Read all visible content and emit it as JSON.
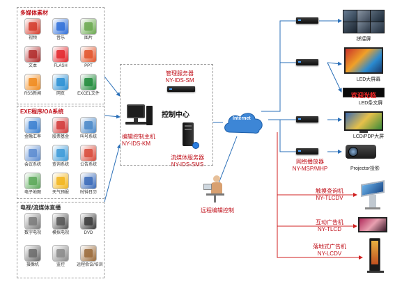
{
  "multimedia": {
    "title": "多媒体素材",
    "items": [
      {
        "label": "视频",
        "icon": "video-icon",
        "color": "#d43a2a"
      },
      {
        "label": "音乐",
        "icon": "music-icon",
        "color": "#2f6ed8"
      },
      {
        "label": "图片",
        "icon": "picture-icon",
        "color": "#6aa84f"
      },
      {
        "label": "文本",
        "icon": "text-icon",
        "color": "#b02a2a"
      },
      {
        "label": "FLASH",
        "icon": "flash-icon",
        "color": "#e3262b"
      },
      {
        "label": "PPT",
        "icon": "ppt-icon",
        "color": "#e2542a"
      },
      {
        "label": "RSS新闻",
        "icon": "rss-icon",
        "color": "#f08a1c"
      },
      {
        "label": "网页",
        "icon": "webpage-icon",
        "color": "#2a8fd4"
      },
      {
        "label": "EXCEL文件",
        "icon": "excel-icon",
        "color": "#1f8a3a"
      }
    ]
  },
  "exe_oa": {
    "title": "EXE程序/OA系统",
    "items": [
      {
        "label": "金融汇率",
        "icon": "exchange-rate-icon",
        "color": "#3a7fd0"
      },
      {
        "label": "股票基金",
        "icon": "stock-fund-icon",
        "color": "#d23a3a"
      },
      {
        "label": "叫号系统",
        "icon": "queue-call-icon",
        "color": "#4a88c8"
      },
      {
        "label": "会议系统",
        "icon": "meeting-icon",
        "color": "#5a8bd0"
      },
      {
        "label": "查询系统",
        "icon": "query-icon",
        "color": "#3c9ad8"
      },
      {
        "label": "公告系统",
        "icon": "notice-icon",
        "color": "#d84a3a"
      },
      {
        "label": "电子地图",
        "icon": "map-icon",
        "color": "#5aa858"
      },
      {
        "label": "天气预报",
        "icon": "weather-icon",
        "color": "#f2b51c"
      },
      {
        "label": "时钟日历",
        "icon": "clock-calendar-icon",
        "color": "#3a6ab8"
      }
    ]
  },
  "tv_stream": {
    "title": "电视/流媒体直播",
    "items": [
      {
        "label": "数字电视",
        "icon": "satellite-icon",
        "color": "#7a7a7a"
      },
      {
        "label": "模拟电视",
        "icon": "antenna-tower-icon",
        "color": "#555555"
      },
      {
        "label": "DVD",
        "icon": "dvd-icon",
        "color": "#3a3a3a"
      },
      {
        "label": "摄像机",
        "icon": "camcorder-icon",
        "color": "#6a6a6a"
      },
      {
        "label": "监控",
        "icon": "surveillance-icon",
        "color": "#8a8a8a"
      },
      {
        "label": "远程会议/培训",
        "icon": "conference-icon",
        "color": "#9a6a3a"
      }
    ]
  },
  "control_center": {
    "title": "控制中心",
    "mgmt_server": {
      "name": "管理服务器",
      "model": "NY-IDS-SM"
    },
    "edit_host": {
      "name": "编辑控制主机",
      "model": "NY-IDS-KM"
    },
    "stream_server": {
      "name": "流媒体服务器",
      "model": "NY-IDS-SMS"
    }
  },
  "internet_label": "Internet",
  "remote_edit": "远程编辑控制",
  "player": {
    "name": "网络播放器",
    "model": "NY-MSP/MHP"
  },
  "outputs": {
    "splice": "拼接屏",
    "led_big": "LED大屏幕",
    "led_marquee_text": "欢迎光临",
    "led_strip": "LED条文屏",
    "lcd_pdp": "LCD/PDP大屏",
    "projector": "Projector投影"
  },
  "terminals": [
    {
      "name": "触摸查询机",
      "model": "NY-TLCDV"
    },
    {
      "name": "互动广告机",
      "model": "NY-TLCD"
    },
    {
      "name": "落地式广告机",
      "model": "NY-LCDV"
    }
  ],
  "colors": {
    "accent_red": "#c0101a",
    "wire_blue": "#2a6fb8",
    "wire_red": "#d02020",
    "cloud": "#3d86d6"
  }
}
